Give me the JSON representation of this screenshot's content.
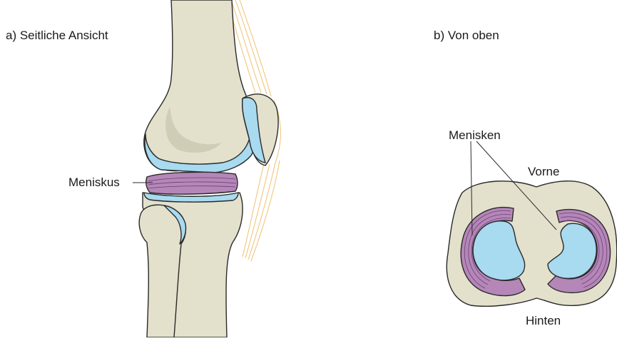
{
  "panels": {
    "left": {
      "label": "a)  Seitliche Ansicht"
    },
    "right": {
      "label": "b)  Von oben"
    }
  },
  "annotations": {
    "meniskus": "Meniskus",
    "menisken": "Menisken",
    "vorne": "Vorne",
    "hinten": "Hinten"
  },
  "colors": {
    "bone": "#e3e1cc",
    "bone_shade": "#cfcdb5",
    "outline": "#2a2a2a",
    "cartilage": "#a8daf0",
    "meniscus": "#b487b8",
    "meniscus_line": "#6f3f78",
    "ligament": "#f3c77a"
  }
}
